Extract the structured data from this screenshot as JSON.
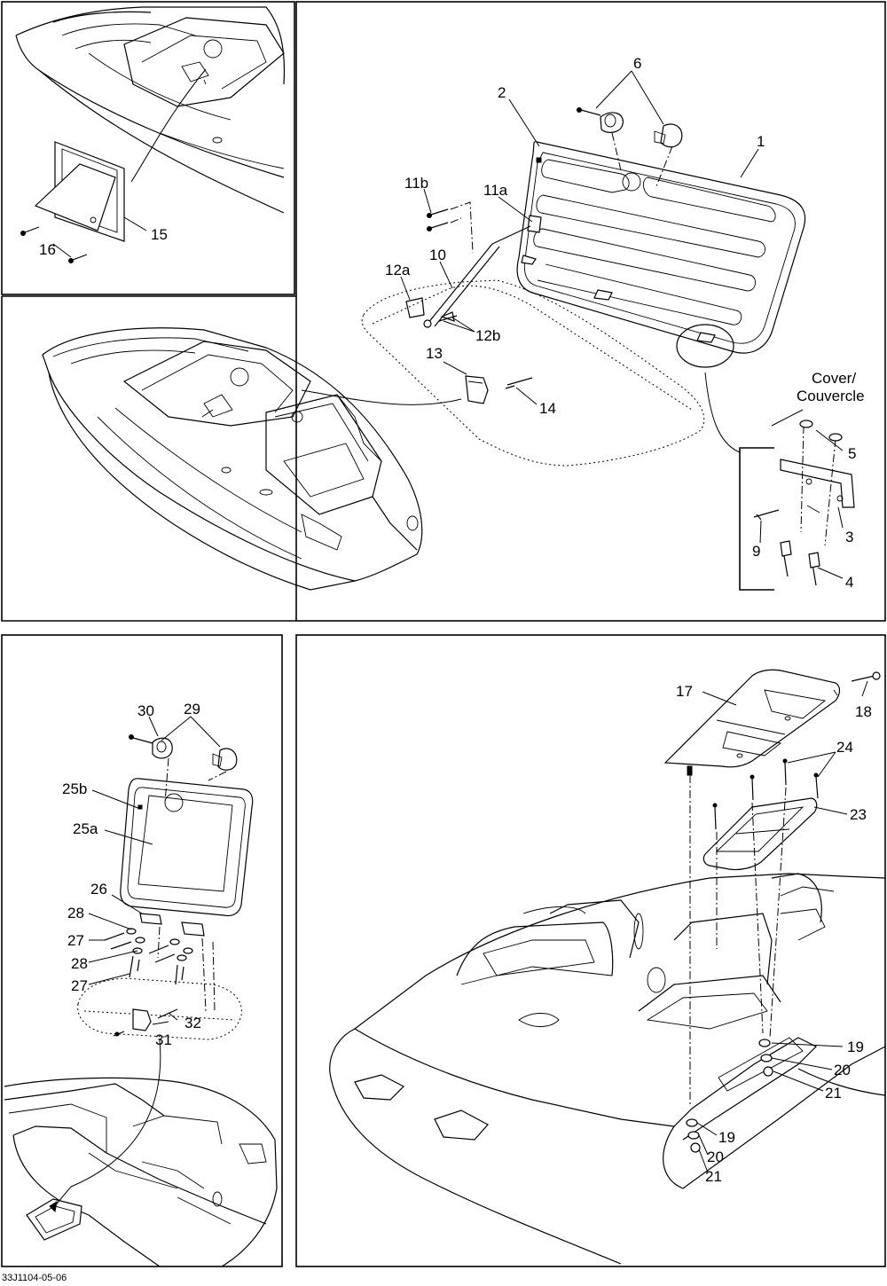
{
  "figure_code": "33J1104-05-06",
  "panels": {
    "top_left": {
      "callouts": [
        "15",
        "16"
      ]
    },
    "top_right": {
      "callouts": [
        "1",
        "2",
        "3",
        "4",
        "5",
        "6",
        "9",
        "10",
        "11a",
        "11b",
        "12a",
        "12b",
        "13",
        "14"
      ],
      "note_line1": "Cover/",
      "note_line2": "Couvercle"
    },
    "bottom_left": {
      "callouts": [
        "25a",
        "25b",
        "26",
        "27",
        "27",
        "28",
        "28",
        "29",
        "30",
        "31",
        "32"
      ]
    },
    "bottom_right": {
      "callouts": [
        "17",
        "18",
        "19",
        "19",
        "20",
        "20",
        "21",
        "21",
        "23",
        "24"
      ]
    }
  },
  "labels": {
    "p15": "15",
    "p16": "16",
    "p1": "1",
    "p2": "2",
    "p3": "3",
    "p4": "4",
    "p5": "5",
    "p6": "6",
    "p9": "9",
    "p10": "10",
    "p11a": "11a",
    "p11b": "11b",
    "p12a": "12a",
    "p12b": "12b",
    "p13": "13",
    "p14": "14",
    "p17": "17",
    "p18": "18",
    "p19a": "19",
    "p19b": "19",
    "p20a": "20",
    "p20b": "20",
    "p21a": "21",
    "p21b": "21",
    "p23": "23",
    "p24": "24",
    "p25a": "25a",
    "p25b": "25b",
    "p26": "26",
    "p27a": "27",
    "p27b": "27",
    "p28a": "28",
    "p28b": "28",
    "p29": "29",
    "p30": "30",
    "p31": "31",
    "p32": "32"
  }
}
